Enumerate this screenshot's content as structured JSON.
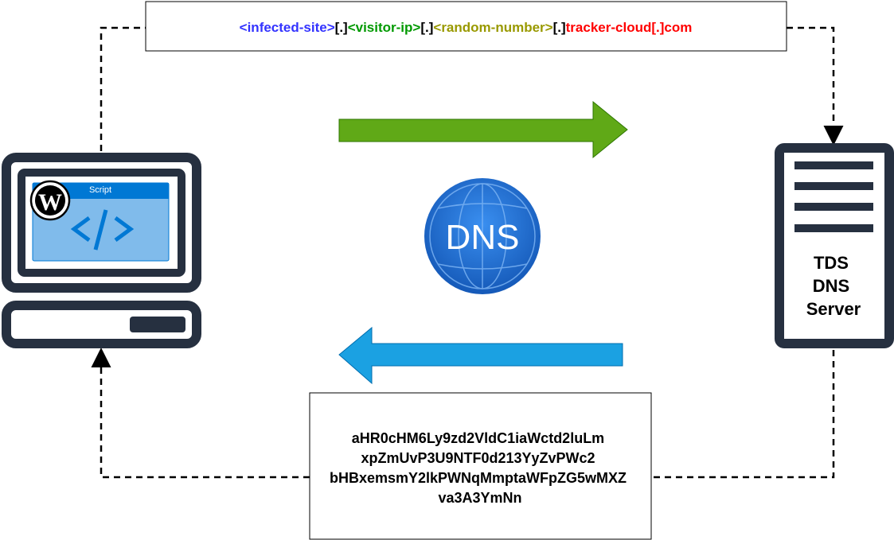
{
  "query_box": {
    "parts": [
      {
        "text": "<infected-site>",
        "color": "#3333ff"
      },
      {
        "text": "[.]",
        "color": "#000000"
      },
      {
        "text": "<visitor-ip>",
        "color": "#009900"
      },
      {
        "text": "[.]",
        "color": "#000000"
      },
      {
        "text": "<random-number>",
        "color": "#999900"
      },
      {
        "text": "[.]",
        "color": "#000000"
      },
      {
        "text": "tracker-cloud[.]com",
        "color": "#ff0000"
      }
    ]
  },
  "response_box": {
    "lines": [
      "aHR0cHM6Ly9zd2VldC1iaWctd2luLm",
      "xpZmUvP3U9NTF0d213YyZvPWc2",
      "bHBxemsmY2lkPWNqMmptaWFpZG5wMXZ",
      "va3A3YmNn"
    ]
  },
  "client": {
    "window_title": "Script",
    "icons": [
      "wordpress-icon",
      "code-icon",
      "computer-icon"
    ]
  },
  "server": {
    "label_lines": [
      "TDS",
      "DNS",
      "Server"
    ],
    "icon": "server-icon"
  },
  "dns_globe": {
    "label": "DNS",
    "color": "#1a6fd1"
  },
  "arrows": {
    "request_color": "#60a917",
    "response_color": "#1ba1e2"
  }
}
